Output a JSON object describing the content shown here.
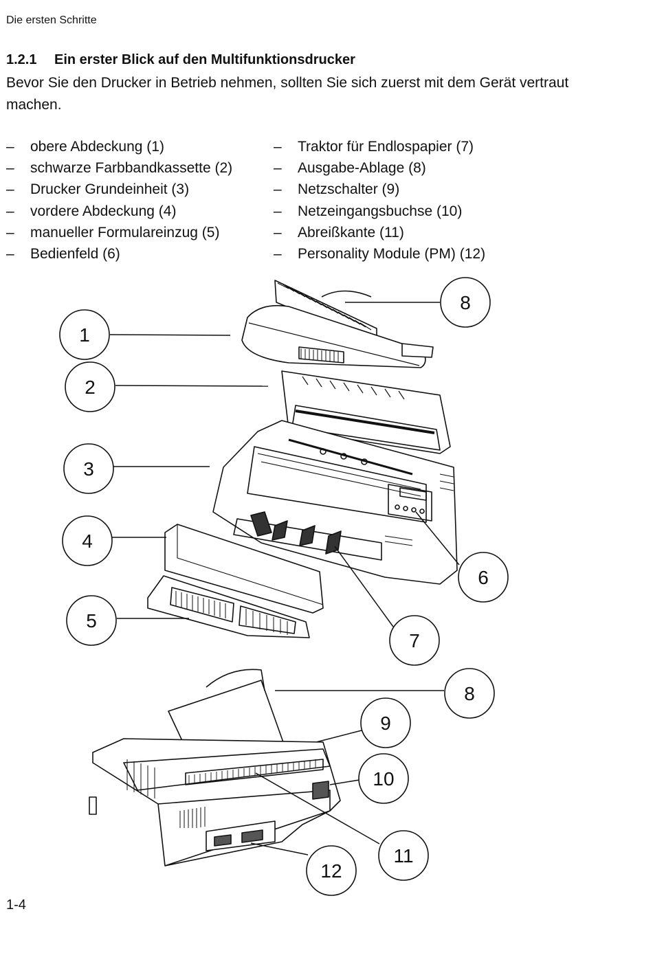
{
  "header": {
    "running_title": "Die ersten Schritte"
  },
  "section": {
    "number": "1.2.1",
    "title": "Ein erster Blick auf den Multifunktionsdrucker",
    "intro": "Bevor Sie den Drucker in Betrieb nehmen, sollten Sie sich zuerst mit dem Gerät vertraut machen."
  },
  "parts_left": [
    {
      "dash": "–",
      "text": "obere Abdeckung (1)"
    },
    {
      "dash": "–",
      "text": "schwarze Farbbandkassette (2)"
    },
    {
      "dash": "–",
      "text": "Drucker Grundeinheit (3)"
    },
    {
      "dash": "–",
      "text": "vordere Abdeckung (4)"
    },
    {
      "dash": "–",
      "text": "manueller Formulareinzug (5)"
    },
    {
      "dash": "–",
      "text": "Bedienfeld (6)"
    }
  ],
  "parts_right": [
    {
      "dash": "–",
      "text": "Traktor für Endlospapier (7)"
    },
    {
      "dash": "–",
      "text": "Ausgabe-Ablage (8)"
    },
    {
      "dash": "–",
      "text": "Netzschalter (9)"
    },
    {
      "dash": "–",
      "text": "Netzeingangsbuchse (10)"
    },
    {
      "dash": "–",
      "text": "Abreißkante (11)"
    },
    {
      "dash": "–",
      "text": "Personality Module (PM) (12)"
    }
  ],
  "callouts": {
    "c1": "1",
    "c2": "2",
    "c3": "3",
    "c4": "4",
    "c5": "5",
    "c6": "6",
    "c7": "7",
    "c8a": "8",
    "c8b": "8",
    "c9": "9",
    "c10": "10",
    "c11": "11",
    "c12": "12"
  },
  "footer": {
    "page_number": "1-4"
  }
}
